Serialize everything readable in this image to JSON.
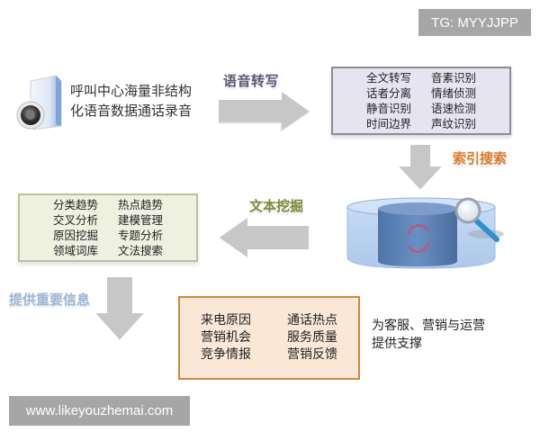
{
  "watermarks": {
    "top_right": "TG: MYYJJPP",
    "bottom_left": "www.likeyouzhemai.com"
  },
  "source": {
    "icon": "speaker-file-icon",
    "lines": [
      "呼叫中心海量非结构",
      "化语音数据通话录音"
    ]
  },
  "steps": {
    "speech_transcription": {
      "label": "语音转写",
      "color": "#5b5b7a",
      "col1": [
        "全文转写",
        "话者分离",
        "静音识别",
        "时间边界"
      ],
      "col2": [
        "音素识别",
        "情绪侦测",
        "语速检测",
        "声纹识别"
      ]
    },
    "index_search": {
      "label": "索引搜索",
      "color": "#e07b28",
      "icon": "database-search-icon"
    },
    "text_mining": {
      "label": "文本挖掘",
      "color": "#7a8c3a",
      "col1": [
        "分类趋势",
        "交叉分析",
        "原因挖掘",
        "领域词库"
      ],
      "col2": [
        "热点趋势",
        "建模管理",
        "专题分析",
        "文法搜索"
      ]
    },
    "provide_info": {
      "label": "提供重要信息",
      "color": "#9db6d8"
    }
  },
  "output": {
    "col1": [
      "来电原因",
      "营销机会",
      "竞争情报"
    ],
    "col2": [
      "通话热点",
      "服务质量",
      "营销反馈"
    ],
    "note": [
      "为客服、营销与运营",
      "提供支撑"
    ]
  }
}
